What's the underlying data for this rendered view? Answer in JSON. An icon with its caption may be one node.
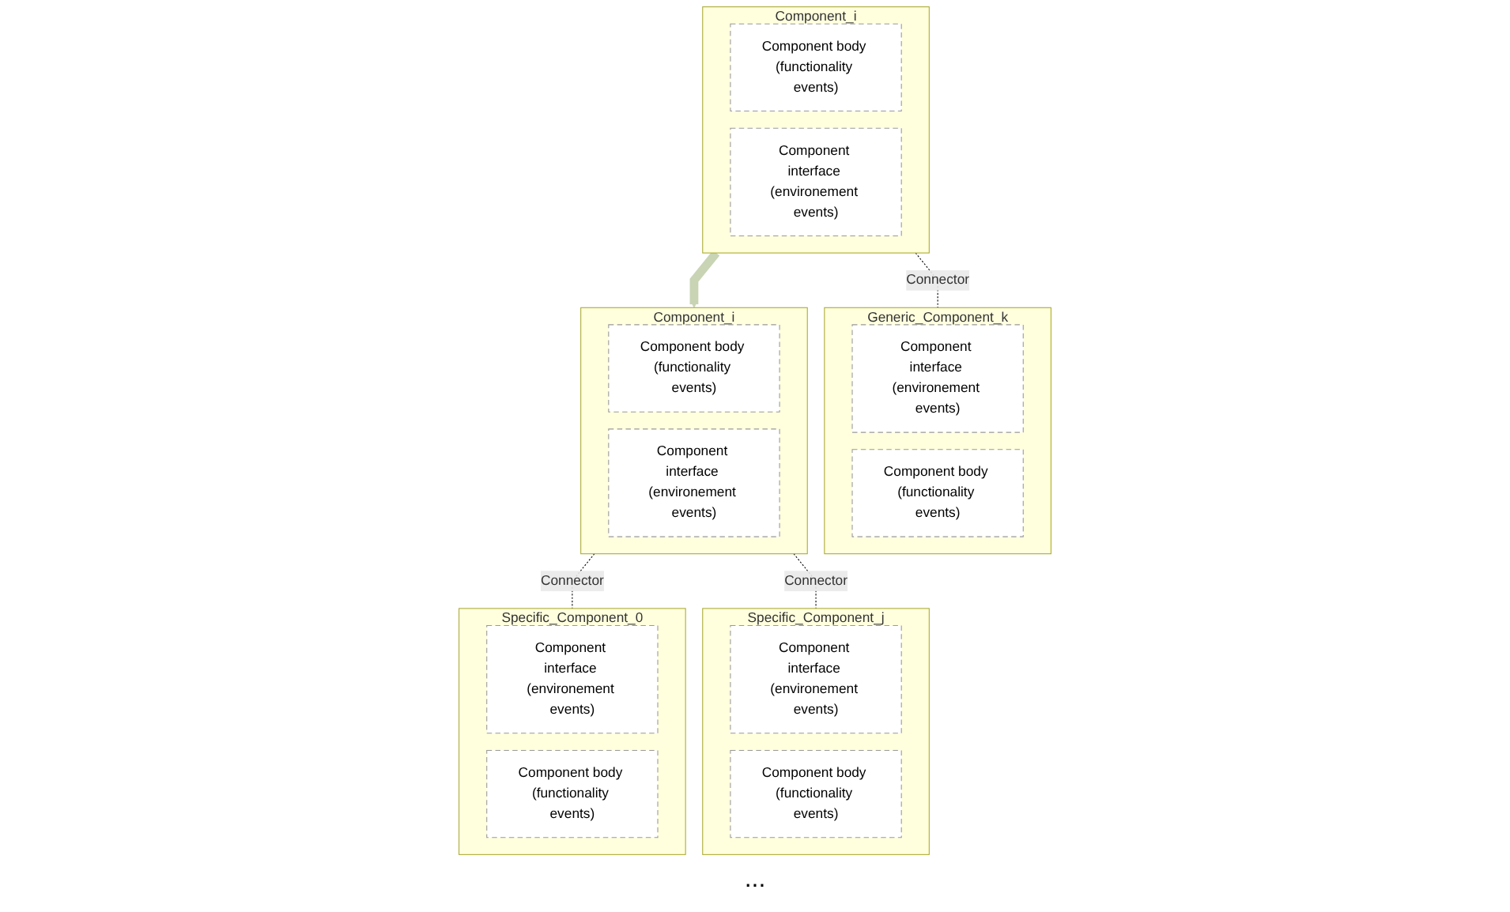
{
  "diagram": {
    "nodes": [
      {
        "text": [
          "Component_i"
        ]
      },
      {
        "text": [
          "Component body (functionality events)"
        ],
        "in": 0
      },
      {
        "text": [
          "Component interface (environement events)"
        ],
        "in": 0
      },
      {
        "text": [
          "Generic_Component_k"
        ]
      },
      {
        "text": [
          "Component interface (environement events)"
        ],
        "in": 3
      },
      {
        "text": [
          "Component body (functionality events)"
        ],
        "in": 3
      },
      {
        "text": [
          "Component_i"
        ]
      },
      {
        "text": [
          "Component body (functionality events)"
        ],
        "in": 6
      },
      {
        "text": [
          "Component interface (environement events)"
        ],
        "in": 6
      },
      {
        "text": [
          "Specific_Component_0"
        ]
      },
      {
        "text": [
          "Component interface (environement events)"
        ],
        "in": 9
      },
      {
        "text": [
          "Component body (functionality events)"
        ],
        "in": 9
      },
      {
        "text": [
          "Specific_Component_j"
        ]
      },
      {
        "text": [
          "Component interface (environement events)"
        ],
        "in": 12
      },
      {
        "text": [
          "Component body (functionality events)"
        ],
        "in": 12
      }
    ],
    "edges": [
      {
        "from": 0,
        "to": 3,
        "arrow": "none",
        "label": "Connector",
        "style": "dashed"
      },
      {
        "from": 0,
        "to": 6,
        "arrow": "to",
        "style": "thick",
        "color": "#c8d4b4"
      },
      {
        "from": 6,
        "to": 9,
        "arrow": "none",
        "label": "Connector",
        "style": "dashed"
      },
      {
        "from": 6,
        "to": 12,
        "arrow": "none",
        "label": "Connector",
        "style": "dashed"
      }
    ],
    "labels": [
      "..."
    ]
  }
}
